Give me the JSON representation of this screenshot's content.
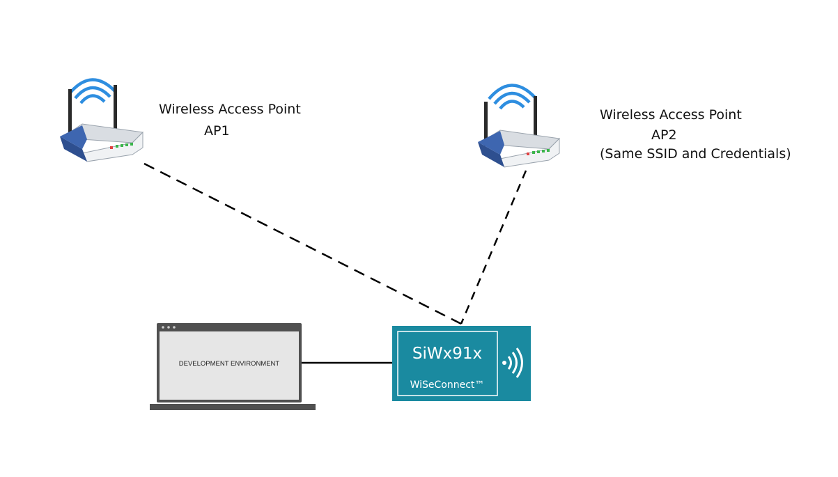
{
  "access_points": [
    {
      "title": "Wireless Access Point",
      "name": "AP1",
      "note": ""
    },
    {
      "title": "Wireless Access Point",
      "name": "AP2",
      "note": "(Same SSID and Credentials)"
    }
  ],
  "laptop": {
    "screen_text": "DEVELOPMENT ENVIRONMENT"
  },
  "module": {
    "title": "SiWx91x",
    "subtitle": "WiSeConnect™"
  },
  "colors": {
    "module_bg": "#1a8aa0",
    "router_blue": "#2e4f8f",
    "signal_blue": "#2e8ee0",
    "laptop_frame": "#505050",
    "laptop_screen": "#e6e6e6",
    "link_line": "#000000"
  },
  "icons": [
    "wifi-router-icon",
    "wifi-router-icon",
    "laptop-icon",
    "wireless-signal-icon"
  ]
}
